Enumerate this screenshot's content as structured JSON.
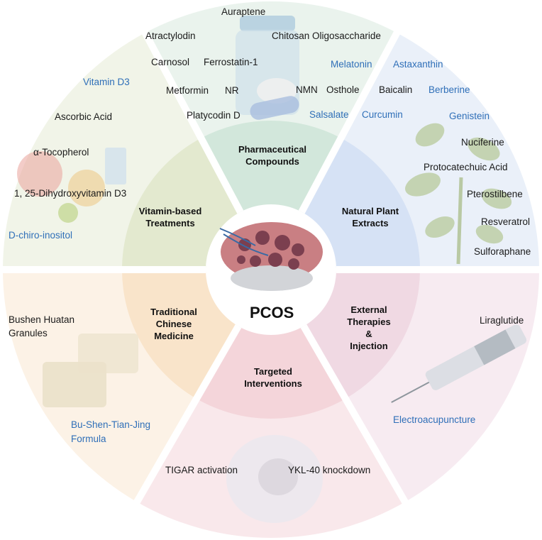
{
  "center_label": "PCOS",
  "colors": {
    "pharma": "#e6f1ea",
    "plant": "#e6edf8",
    "external": "#f6e8ee",
    "targeted": "#f8e4e7",
    "tcm": "#fbf0e2",
    "vitamin": "#eff2e4",
    "blue_text": "#2f6fb8"
  },
  "categories": {
    "pharma": [
      "Pharmaceutical",
      "Compounds"
    ],
    "plant": [
      "Natural Plant",
      "Extracts"
    ],
    "external": [
      "External",
      "Therapies",
      "&",
      "Injection"
    ],
    "targeted": [
      "Targeted",
      "Interventions"
    ],
    "tcm": [
      "Traditional",
      "Chinese",
      "Medicine"
    ],
    "vitamin": [
      "Vitamin-based",
      "Treatments"
    ]
  },
  "items": {
    "pharma": {
      "auraptene": "Auraptene",
      "atractylodin": "Atractylodin",
      "chitosan": "Chitosan Oligosaccharide",
      "carnosol": "Carnosol",
      "ferrostatin": "Ferrostatin-1",
      "metformin": "Metformin",
      "nr": "NR",
      "nmn": "NMN",
      "osthole": "Osthole",
      "platycodin": "Platycodin D",
      "salsalate": "Salsalate",
      "melatonin": "Melatonin"
    },
    "plant": {
      "astaxanthin": "Astaxanthin",
      "baicalin": "Baicalin",
      "berberine": "Berberine",
      "curcumin": "Curcumin",
      "genistein": "Genistein",
      "nuciferine": "Nuciferine",
      "protocatechuic": "Protocatechuic Acid",
      "pterostilbene": "Pterostilbene",
      "resveratrol": "Resveratrol",
      "sulforaphane": "Sulforaphane"
    },
    "external": {
      "liraglutide": "Liraglutide",
      "electroacupuncture": "Electroacupuncture"
    },
    "targeted": {
      "tigar": "TIGAR activation",
      "ykl40": "YKL-40 knockdown"
    },
    "tcm": {
      "bushen_huatan_1": "Bushen Huatan",
      "bushen_huatan_2": "Granules",
      "bu_shen_1": "Bu-Shen-Tian-Jing",
      "bu_shen_2": "Formula"
    },
    "vitamin": {
      "vitamin_d3": "Vitamin D3",
      "ascorbic": "Ascorbic Acid",
      "tocopherol": "α-Tocopherol",
      "dihydroxy": "1, 25-Dihydroxyvitamin D3",
      "chiro": "D-chiro-inositol"
    }
  }
}
